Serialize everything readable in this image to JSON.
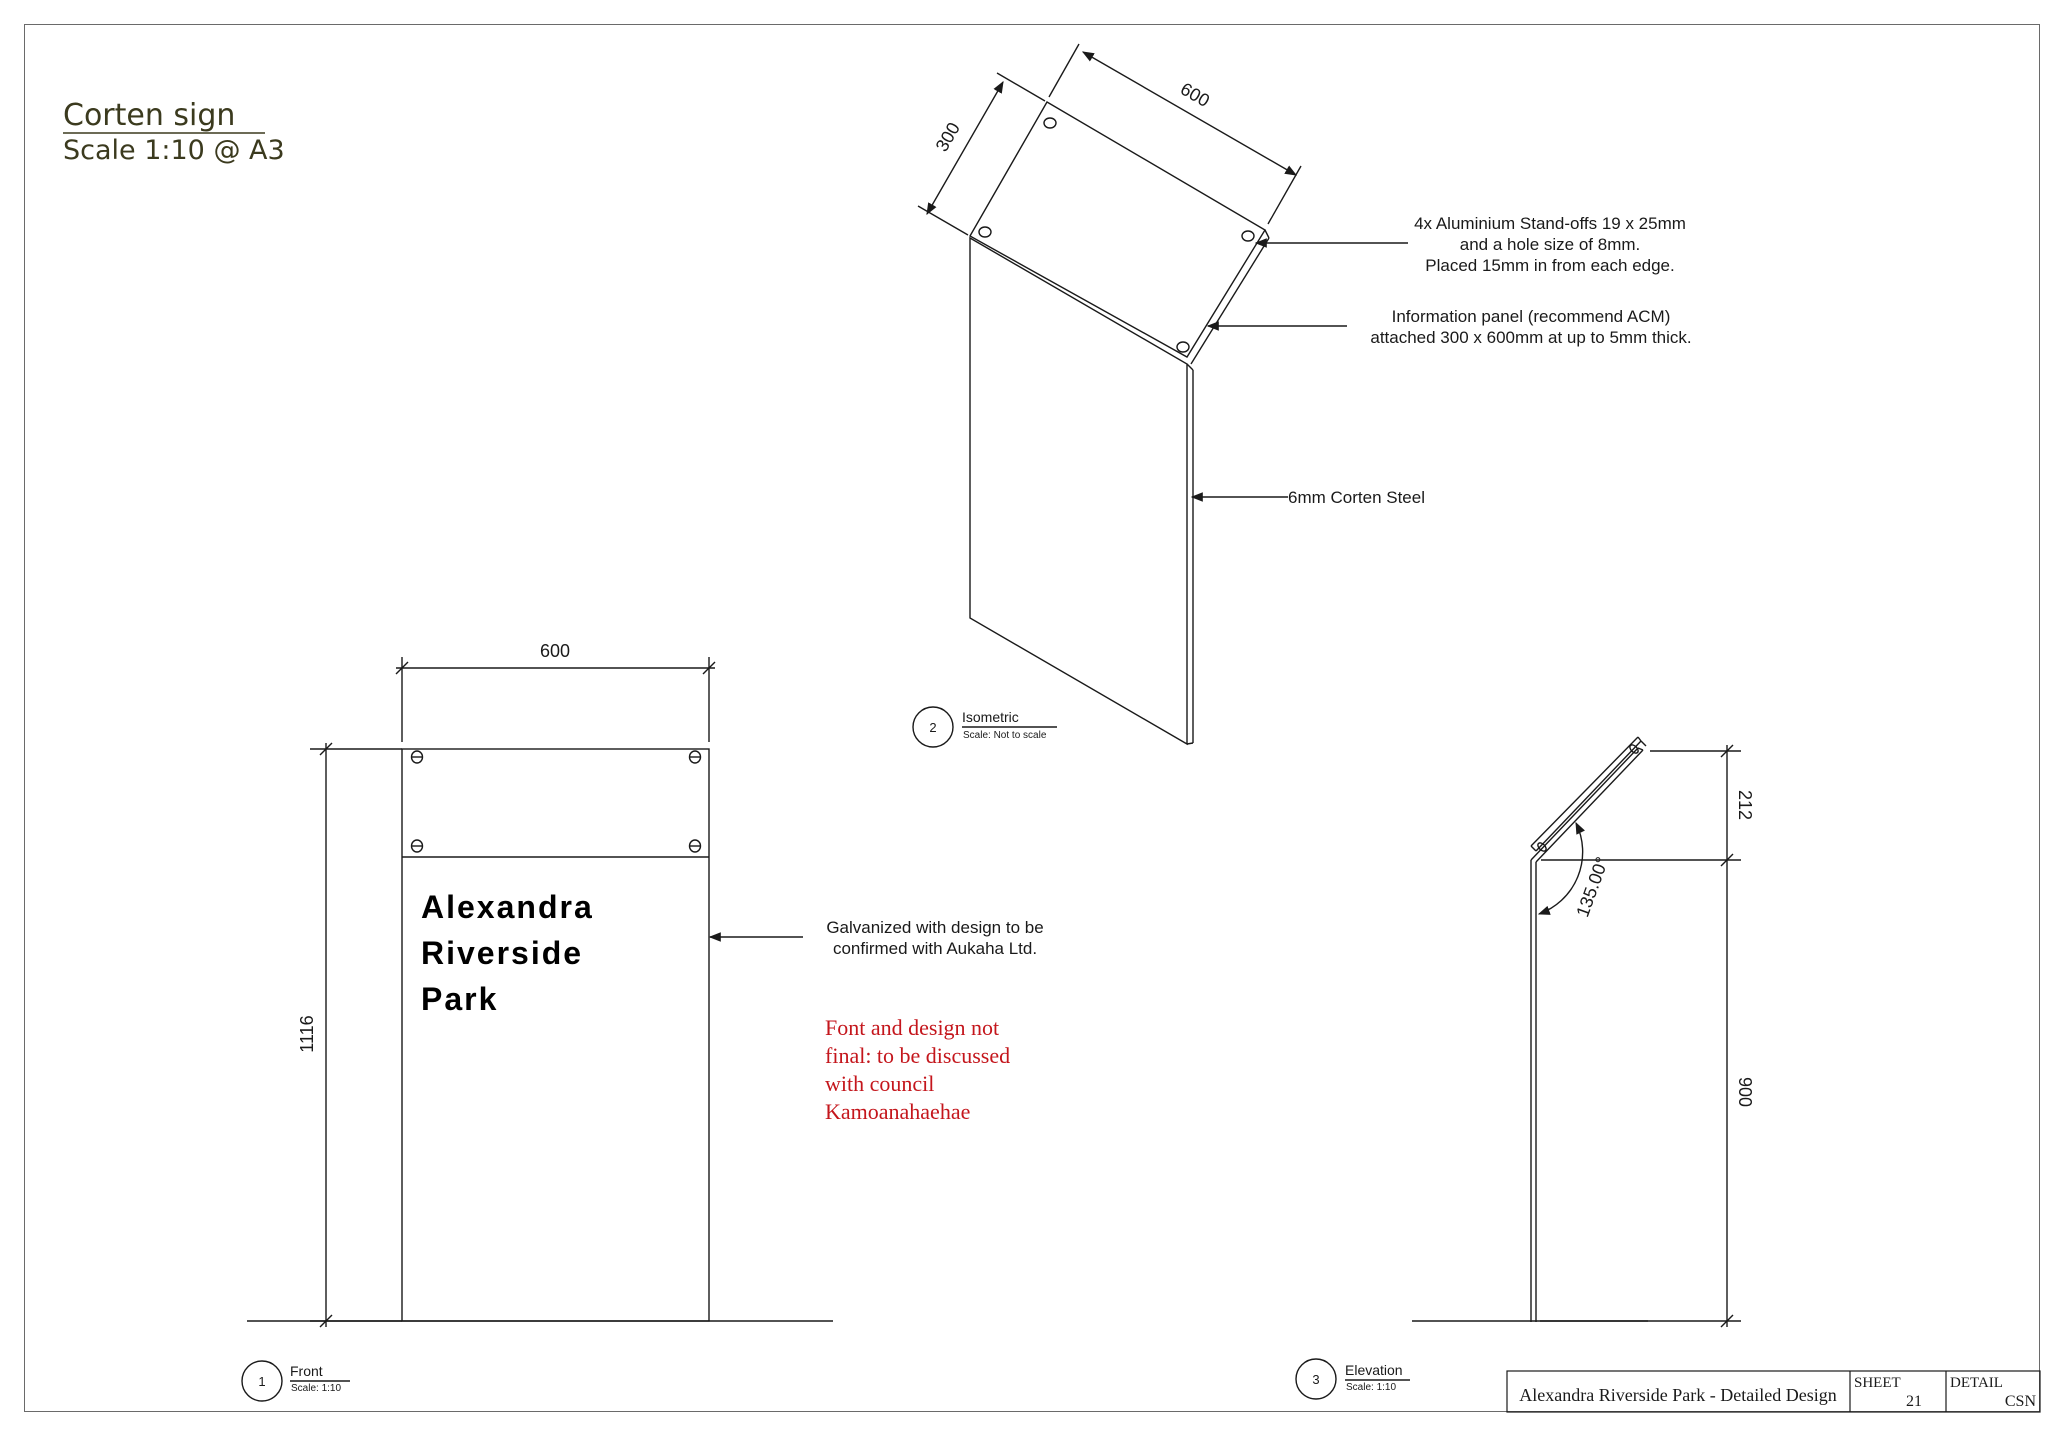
{
  "title": {
    "main": "Corten sign",
    "scale": "Scale 1:10 @ A3"
  },
  "isometric": {
    "dim_width": "600",
    "dim_height": "300",
    "note_standoffs": [
      "4x Aluminium Stand-offs 19 x 25mm",
      "and a hole size of 8mm.",
      "Placed 15mm in from each edge."
    ],
    "note_panel": [
      "Information panel (recommend ACM)",
      "attached 300 x 600mm at up to 5mm thick."
    ],
    "note_steel": "6mm Corten Steel",
    "view_number": "2",
    "view_title": "Isometric",
    "view_scale": "Scale: Not to scale"
  },
  "front": {
    "dim_width": "600",
    "dim_height": "1116",
    "sign_text": [
      "Alexandra",
      "Riverside",
      "Park"
    ],
    "note_galvanized": [
      "Galvanized with design to be",
      "confirmed with Aukaha Ltd."
    ],
    "note_font": [
      "Font and design not",
      "final: to be discussed",
      "with council",
      "Kamoanahaehae"
    ],
    "view_number": "1",
    "view_title": "Front",
    "view_scale": "Scale: 1:10"
  },
  "elevation": {
    "dim_top": "212",
    "dim_bottom": "900",
    "angle": "135.00°",
    "view_number": "3",
    "view_title": "Elevation",
    "view_scale": "Scale: 1:10"
  },
  "title_block": {
    "project": "Alexandra Riverside Park - Detailed Design",
    "sheet_label": "SHEET",
    "sheet_value": "21",
    "detail_label": "DETAIL",
    "detail_value": "CSN"
  },
  "colors": {
    "line": "#1a1a1a",
    "title_text": "#3b3a1e",
    "note_red": "#c4161c"
  }
}
